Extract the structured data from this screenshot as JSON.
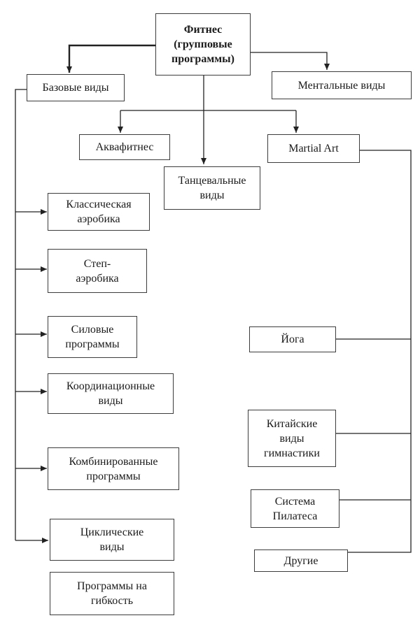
{
  "nodes": {
    "root": "Фитнес\n(групповые\nпрограммы)",
    "basic": "Базовые виды",
    "mental": "Ментальные виды",
    "aqua": "Аквафитнес",
    "dance": "Танцевальные\nвиды",
    "martial": "Martial Art",
    "classic_aerobics": "Классическая\nаэробика",
    "step_aerobics": "Степ-\nаэробика",
    "strength": "Силовые\nпрограммы",
    "coordination": "Координационные\nвиды",
    "combined": "Комбинированные\nпрограммы",
    "cyclic": "Циклические\nвиды",
    "flexibility": "Программы на\nгибкость",
    "yoga": "Йога",
    "chinese": "Китайские\nвиды\nгимнастики",
    "pilates": "Система\nПилатеса",
    "other": "Другие"
  }
}
